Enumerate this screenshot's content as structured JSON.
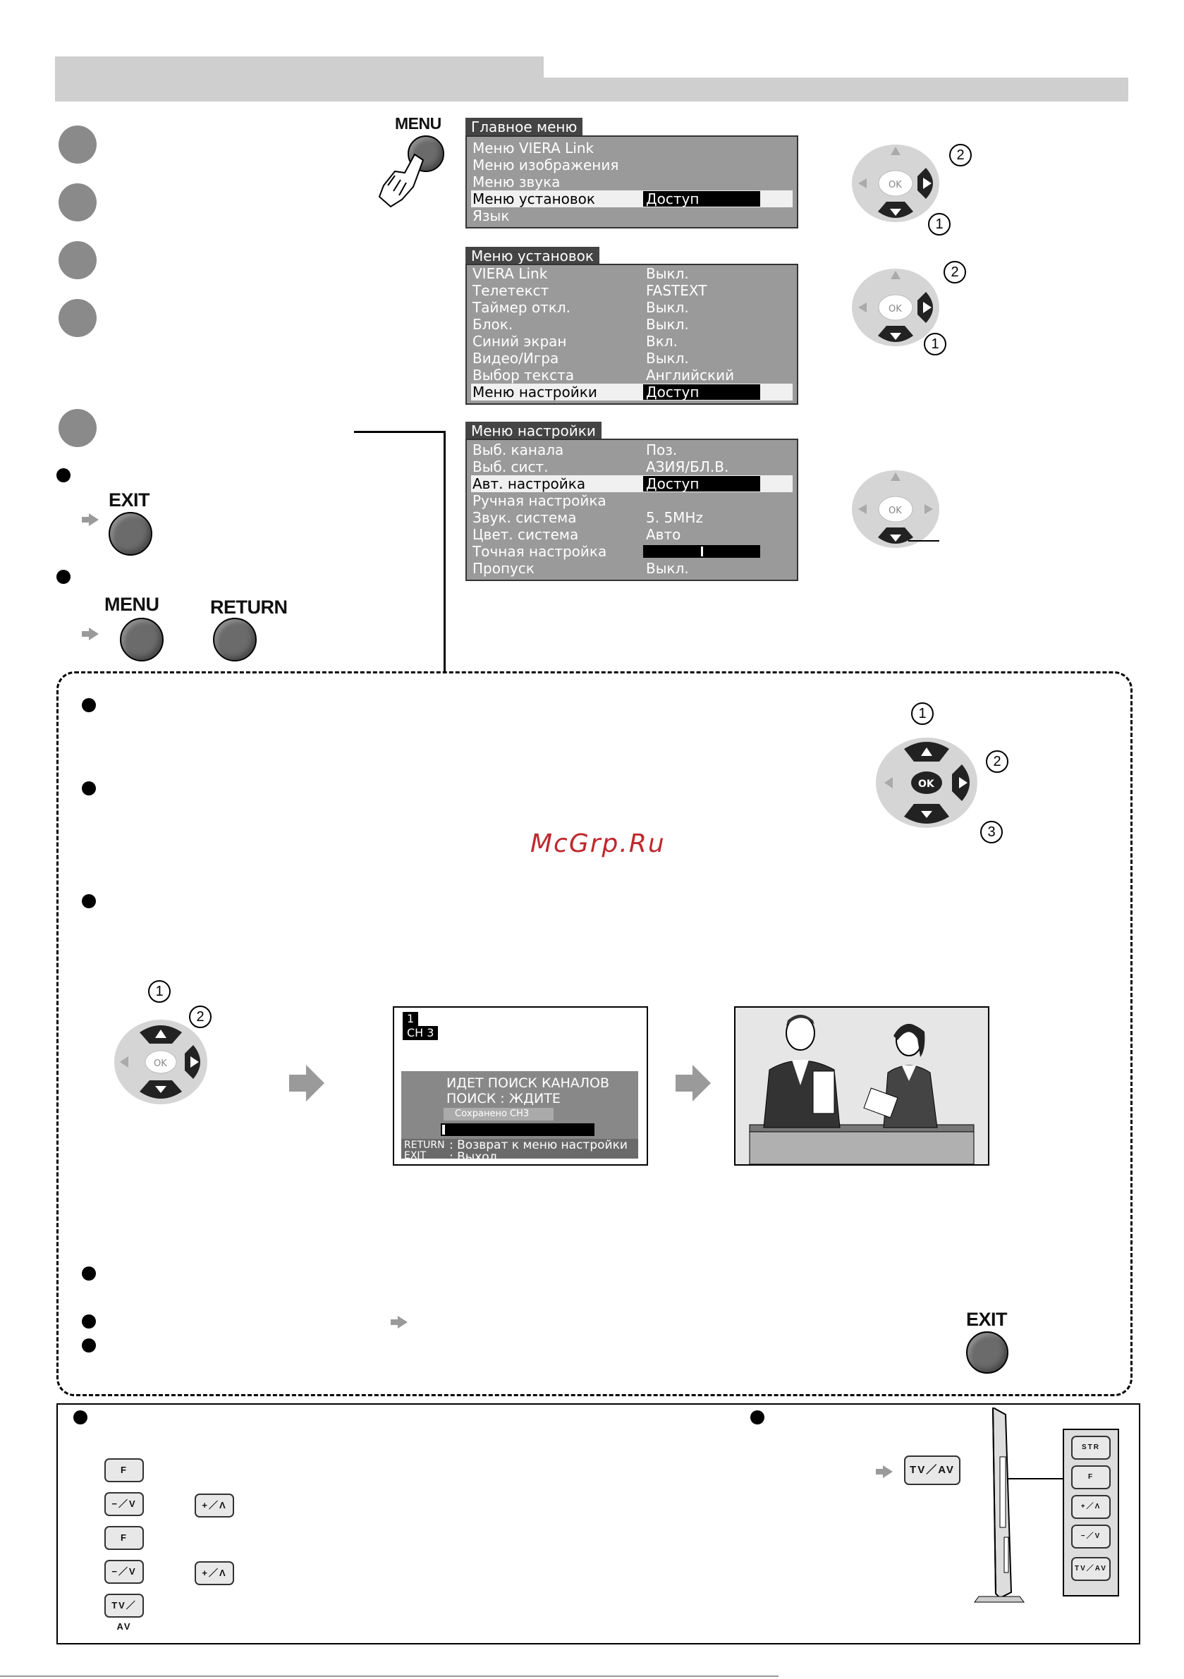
{
  "buttons": {
    "menu": "MENU",
    "exit": "EXIT",
    "menu2": "MENU",
    "return": "RETURN",
    "exit2": "EXIT"
  },
  "main_menu": {
    "title": "Главное меню",
    "items": [
      "Меню VIERA Link",
      "Меню изображения",
      "Меню звука",
      "Меню установок",
      "Язык"
    ],
    "selected_value": "Доступ"
  },
  "setup_menu": {
    "title": "Меню  установок",
    "rows": [
      {
        "label": "VIERA  Link",
        "value": "Выкл."
      },
      {
        "label": "Телетекст",
        "value": "FASTEXT"
      },
      {
        "label": "Таймер  откл.",
        "value": "Выкл."
      },
      {
        "label": "Блок.",
        "value": "Выкл."
      },
      {
        "label": "Синий  экран",
        "value": "Вкл."
      },
      {
        "label": "Видео/Игра",
        "value": "Выкл."
      },
      {
        "label": "Выбор  текста",
        "value": "Английский"
      },
      {
        "label": "Меню настройки",
        "value": "Доступ"
      }
    ]
  },
  "tuning_menu": {
    "title": "Меню  настройки",
    "rows": [
      {
        "label": "Выб. канала",
        "value": "Поз."
      },
      {
        "label": "Выб. сист.",
        "value": "АЗИЯ/БЛ.В."
      },
      {
        "label": "Авт. настройка",
        "value": "Доступ"
      },
      {
        "label": "Ручная  настройка",
        "value": ""
      },
      {
        "label": "Звук. система",
        "value": "5. 5MHz"
      },
      {
        "label": "Цвет. система",
        "value": "Авто"
      },
      {
        "label": "Точная  настройка",
        "value": ""
      },
      {
        "label": "Пропуск",
        "value": "Выкл."
      }
    ]
  },
  "pad": {
    "ok": "OK",
    "n1": "1",
    "n2": "2",
    "n3": "3"
  },
  "scan_screen": {
    "pos": "1",
    "ch": "CH 3",
    "line1": "ИДЕТ  ПОИСК КАНАЛОВ",
    "line2": "ПОИСК  :  ЖДИТЕ",
    "saved": "Сохранено  CH3",
    "return_key": "RETURN",
    "return_text": ": Возврат к меню настройки",
    "exit_key": "EXIT",
    "exit_text": ":  Выход"
  },
  "watermark": "McGrp.Ru",
  "remote_keys": {
    "f": "F",
    "minus": "−／V",
    "plus": "+／Λ",
    "tvav": "TV／AV"
  },
  "tv_side_keys": [
    "STR",
    "F",
    "+／Λ",
    "−／V",
    "TV／AV"
  ],
  "colors": {
    "step": "#8a8a8a",
    "osd": "#9a9a9a",
    "header": "#cfcfcf",
    "watermark": "#c0282d"
  }
}
